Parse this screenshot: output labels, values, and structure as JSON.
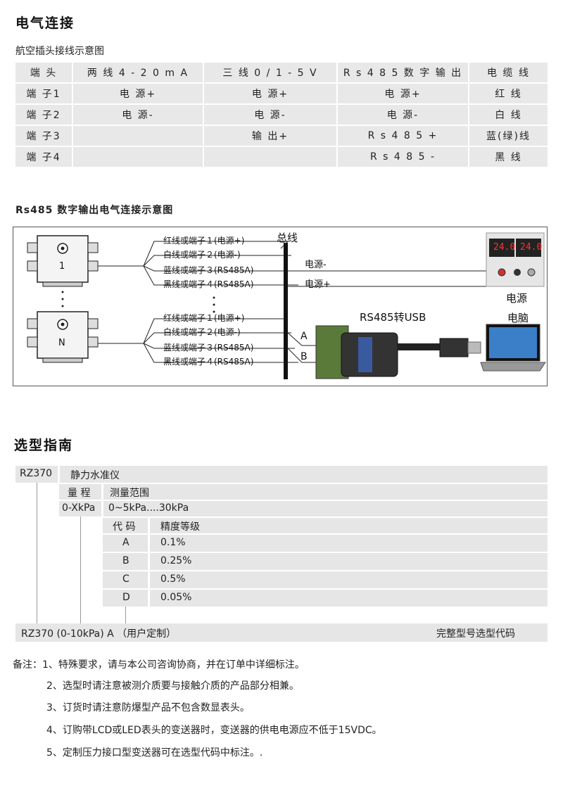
{
  "section1": {
    "title": "电气连接",
    "subtitle": "航空插头接线示意图"
  },
  "wiring_table": {
    "rows": [
      [
        "端 头",
        "两 线 4 - 2 0 m A",
        "三 线 0 / 1 - 5 V",
        "R s 4 8 5 数 字 输 出",
        "电 缆 线"
      ],
      [
        "端 子1",
        "电 源+",
        "电 源+",
        "电 源+",
        "红 线"
      ],
      [
        "端 子2",
        "电 源-",
        "电 源-",
        "电 源-",
        "白 线"
      ],
      [
        "端 子3",
        "",
        "输 出+",
        "R s 4 8 5 +",
        "蓝(绿)线"
      ],
      [
        "端 子4",
        "",
        "",
        "R s 4 8 5 -",
        "黑 线"
      ]
    ]
  },
  "rs485": {
    "title": "Rs485 数字输出电气连接示意图",
    "device1_label": "1",
    "device2_label": "N",
    "bus_label": "总线",
    "wire1": "红线或端子１(电源+)",
    "wire2": "白线或端子２(电源-)",
    "wire3": "蓝线或端子３(RS485A)",
    "wire4": "黑线或端子４(RS485A)",
    "power_minus": "电源-",
    "power_plus": "电源+",
    "power_label": "电源",
    "psu_display1": "24.0",
    "psu_display2": "24.0",
    "converter_label": "RS485转USB",
    "pc_label": "电脑",
    "line_a": "A",
    "line_b": "B"
  },
  "section2": {
    "title": "选型指南"
  },
  "guide": {
    "model": "RZ370",
    "model_desc": "静力水准仪",
    "range_head": "量 程",
    "range_head_desc": "测量范围",
    "range_code": "0-XkPa",
    "range_desc": "0~5kPa....30kPa",
    "code_head": "代 码",
    "code_head_desc": "精度等级",
    "accuracy": [
      {
        "code": "A",
        "value": "0.1%"
      },
      {
        "code": "B",
        "value": "0.25%"
      },
      {
        "code": "C",
        "value": "0.5%"
      },
      {
        "code": "D",
        "value": "0.05%"
      }
    ],
    "example": "RZ370 (0-10kPa)  A （用户定制）",
    "example_desc": "完整型号选型代码"
  },
  "notes": [
    "备注：1、特殊要求，请与本公司咨询协商，并在订单中详细标注。",
    "2、选型时请注意被测介质要与接触介质的产品部分相兼。",
    "3、订货时请注意防爆型产品不包含数显表头。",
    "4、订购带LCD或LED表头的变送器时，变送器的供电电源应不低于15VDC。",
    "5、定制压力接口型变送器可在选型代码中标注。."
  ]
}
